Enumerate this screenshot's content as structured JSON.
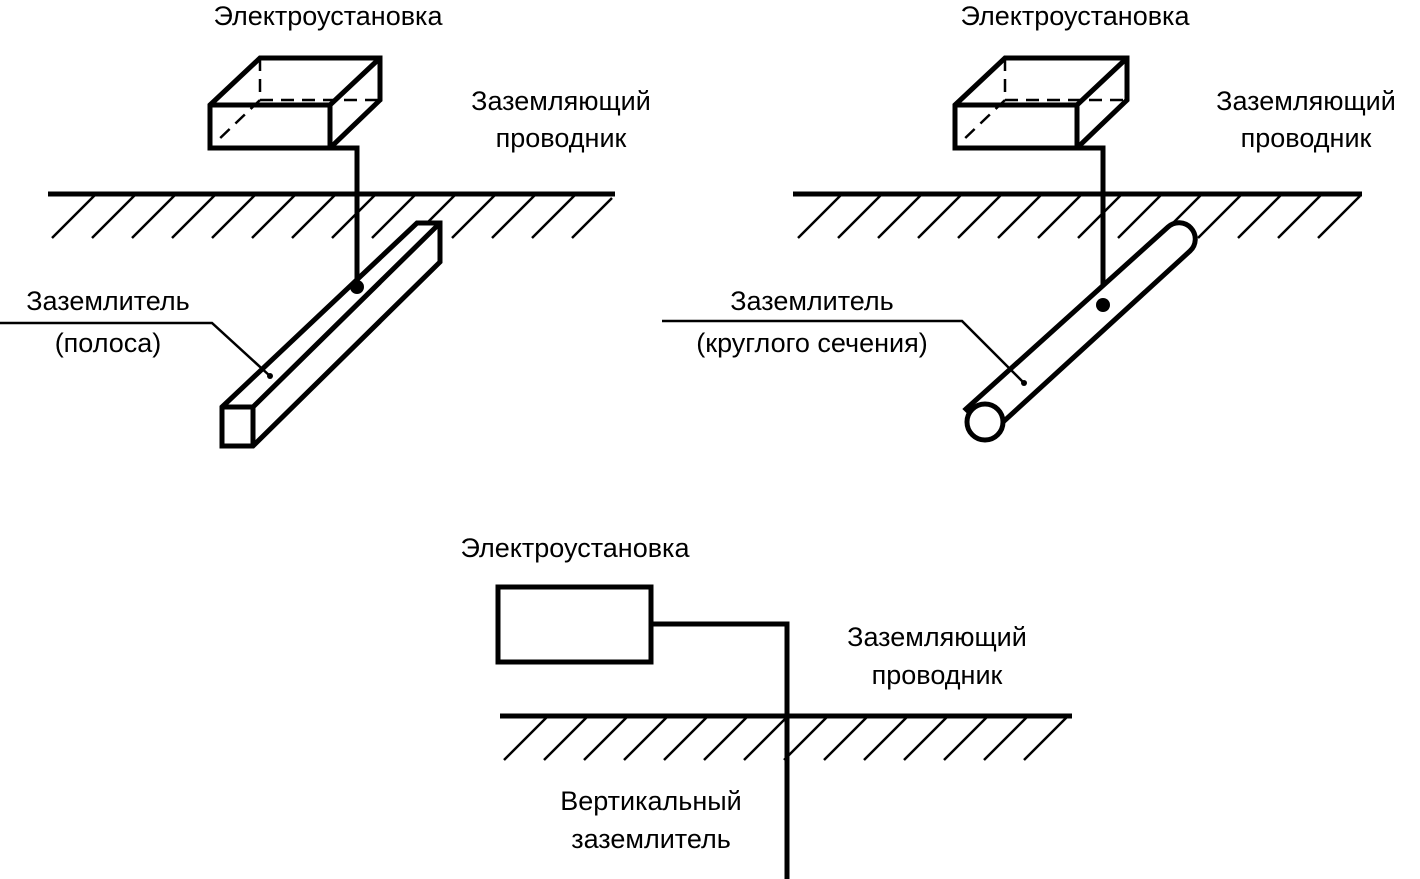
{
  "colors": {
    "line": "#000000",
    "background": "#ffffff"
  },
  "diagrams": [
    {
      "id": "strip-electrode",
      "installation_label": "Электроустановка",
      "conductor_label": [
        "Заземляющий",
        "проводник"
      ],
      "electrode_label": [
        "Заземлитель",
        "(полоса)"
      ]
    },
    {
      "id": "round-electrode",
      "installation_label": "Электроустановка",
      "conductor_label": [
        "Заземляющий",
        "проводник"
      ],
      "electrode_label": [
        "Заземлитель",
        "(круглого сечения)"
      ]
    },
    {
      "id": "vertical-electrode",
      "installation_label": "Электроустановка",
      "conductor_label": [
        "Заземляющий",
        "проводник"
      ],
      "electrode_label": [
        "Вертикальный",
        "заземлитель"
      ]
    }
  ]
}
